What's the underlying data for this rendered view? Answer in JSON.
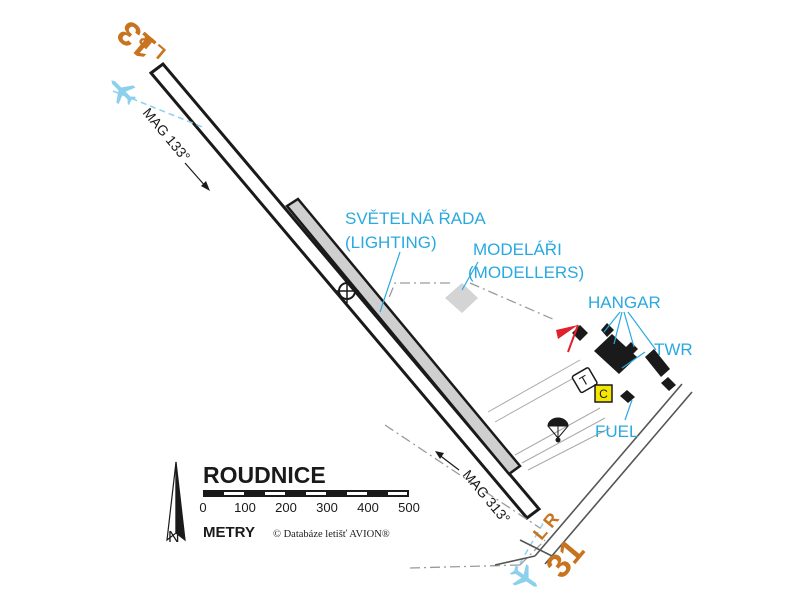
{
  "airfield_name": "ROUDNICE",
  "runway": {
    "designator_nw": "13",
    "designator_se": "31",
    "side_nw": "L R",
    "side_se": "L R",
    "heading_nw": "MAG 133°",
    "heading_se": "MAG 313°"
  },
  "labels": {
    "lighting_cz": "SVĚTELNÁ ŘADA",
    "lighting_en": "(LIGHTING)",
    "modellers_cz": "MODELÁŘI",
    "modellers_en": "(MODELLERS)",
    "hangar": "HANGAR",
    "tower": "TWR",
    "fuel": "FUEL",
    "fuel_symbol": "C",
    "landing_t": "T"
  },
  "scale_bar": {
    "ticks": [
      "0",
      "100",
      "200",
      "300",
      "400",
      "500"
    ],
    "unit": "METRY",
    "north": "N"
  },
  "copyright": "© Databáze letišť AVION®",
  "colors": {
    "label_blue": "#29a9e0",
    "designator_orange": "#c8731e",
    "fuel_yellow": "#f5e600",
    "windsock_red": "#e0202a",
    "lighting_gray": "#cfcfcf",
    "modellers_gray": "#d4d4d4"
  }
}
